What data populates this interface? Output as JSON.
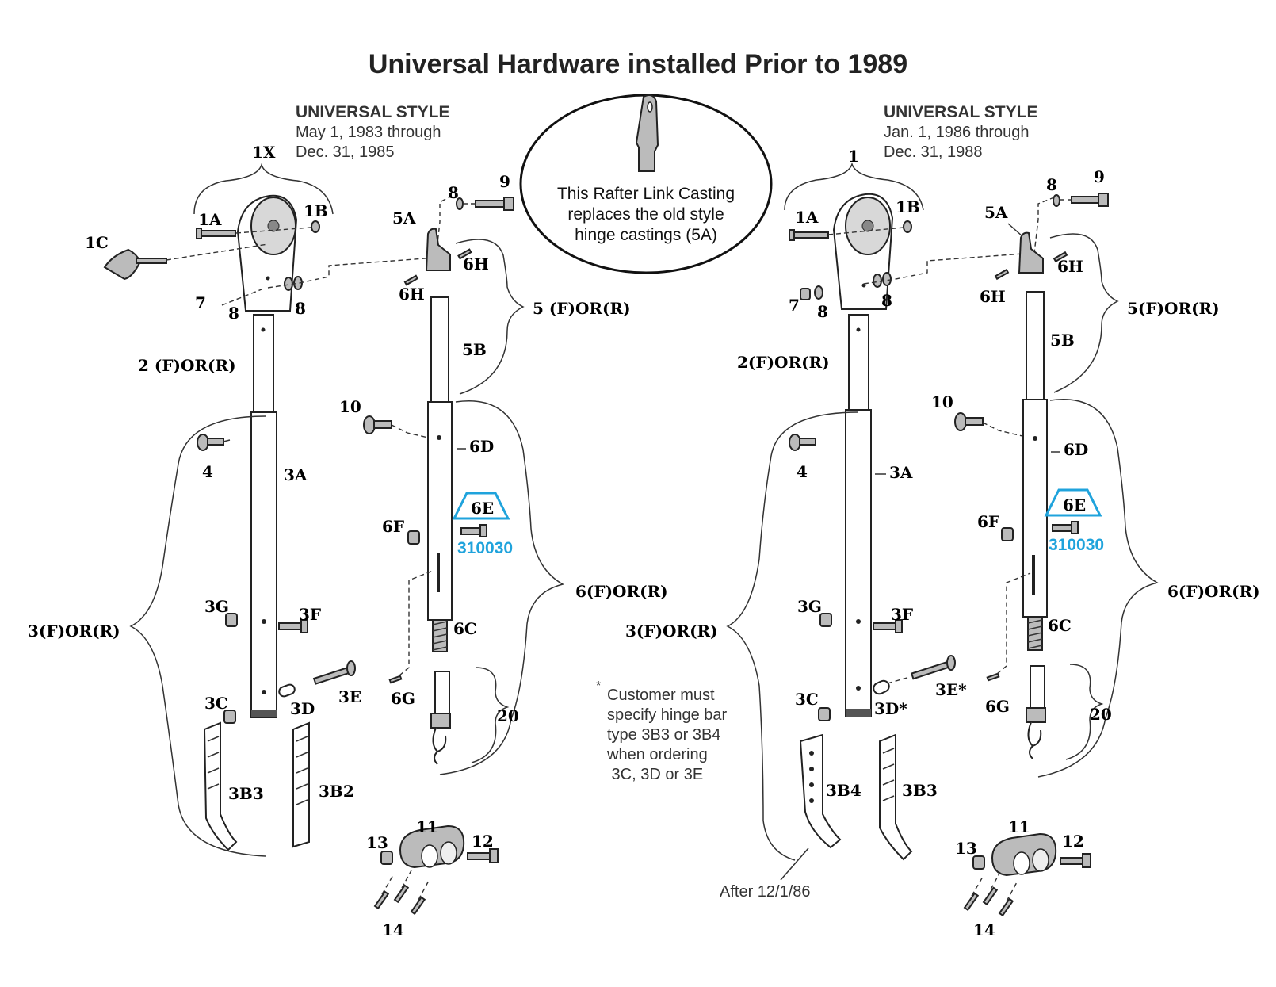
{
  "title": "Universal Hardware installed Prior to 1989",
  "callout": {
    "lines": [
      "This Rafter Link Casting",
      "replaces the old style",
      "hinge castings (5A)"
    ]
  },
  "left": {
    "style_title": "UNIVERSAL STYLE",
    "date_line1": "May 1, 1983  through",
    "date_line2": "Dec.  31, 1985",
    "labels": {
      "l1X": "1X",
      "l1A": "1A",
      "l1B": "1B",
      "l1C": "1C",
      "l7": "7",
      "l8a": "8",
      "l8b": "8",
      "l8c": "8",
      "l9": "9",
      "l5A": "5A",
      "l6Ha": "6H",
      "l6Hb": "6H",
      "l5": "5 (F)OR(R)",
      "l5B": "5B",
      "l2": "2 (F)OR(R)",
      "l10": "10",
      "l6D": "6D",
      "l4": "4",
      "l3A": "3A",
      "l6E": "6E",
      "l6F": "6F",
      "l3G": "3G",
      "l3F": "3F",
      "l6": "6(F)OR(R)",
      "l3": "3(F)OR(R)",
      "l6C": "6C",
      "l3C": "3C",
      "l3D": "3D",
      "l3E": "3E",
      "l6G": "6G",
      "l20": "20",
      "l3B3": "3B3",
      "l3B2": "3B2",
      "l11": "11",
      "l13": "13",
      "l12": "12",
      "l14": "14"
    },
    "part_number": "310030"
  },
  "right": {
    "style_title": "UNIVERSAL STYLE",
    "date_line1": "Jan. 1, 1986  through",
    "date_line2": "Dec.  31, 1988",
    "labels": {
      "l1": "1",
      "l1A": "1A",
      "l1B": "1B",
      "l7": "7",
      "l8a": "8",
      "l8b": "8",
      "l8c": "8",
      "l9": "9",
      "l5A": "5A",
      "l6Ha": "6H",
      "l6Hb": "6H",
      "l5": "5(F)OR(R)",
      "l5B": "5B",
      "l2": "2(F)OR(R)",
      "l10": "10",
      "l6D": "6D",
      "l4": "4",
      "l3A": "3A",
      "l6E": "6E",
      "l6F": "6F",
      "l3G": "3G",
      "l3F": "3F",
      "l6": "6(F)OR(R)",
      "l3": "3(F)OR(R)",
      "l6C": "6C",
      "l3C": "3C",
      "l3D": "3D*",
      "l3E": "3E*",
      "l6G": "6G",
      "l20": "20",
      "l3B4": "3B4",
      "l3B3": "3B3",
      "l11": "11",
      "l13": "13",
      "l12": "12",
      "l14": "14"
    },
    "part_number": "310030",
    "after_note": "After 12/1/86"
  },
  "note": {
    "star": "*",
    "lines": [
      "Customer must",
      "specify hinge bar",
      "type 3B3 or 3B4",
      "when ordering",
      " 3C, 3D or 3E"
    ]
  },
  "colors": {
    "highlight": "#1fa3dc",
    "ink": "#222222"
  }
}
